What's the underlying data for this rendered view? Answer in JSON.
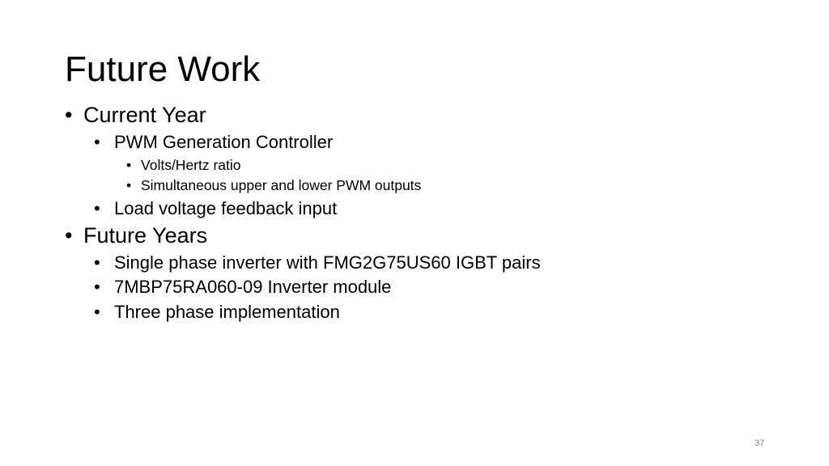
{
  "slide": {
    "title": "Future Work",
    "bullet_char": "•",
    "items": [
      {
        "text": "Current Year"
      },
      {
        "text": "PWM Generation Controller"
      },
      {
        "text": "Volts/Hertz ratio"
      },
      {
        "text": "Simultaneous upper and lower PWM outputs"
      },
      {
        "text": "Load voltage feedback input"
      },
      {
        "text": "Future Years"
      },
      {
        "text": "Single phase inverter with FMG2G75US60 IGBT pairs"
      },
      {
        "text": "7MBP75RA060-09 Inverter module"
      },
      {
        "text": "Three phase implementation"
      }
    ],
    "page_number": "37"
  }
}
